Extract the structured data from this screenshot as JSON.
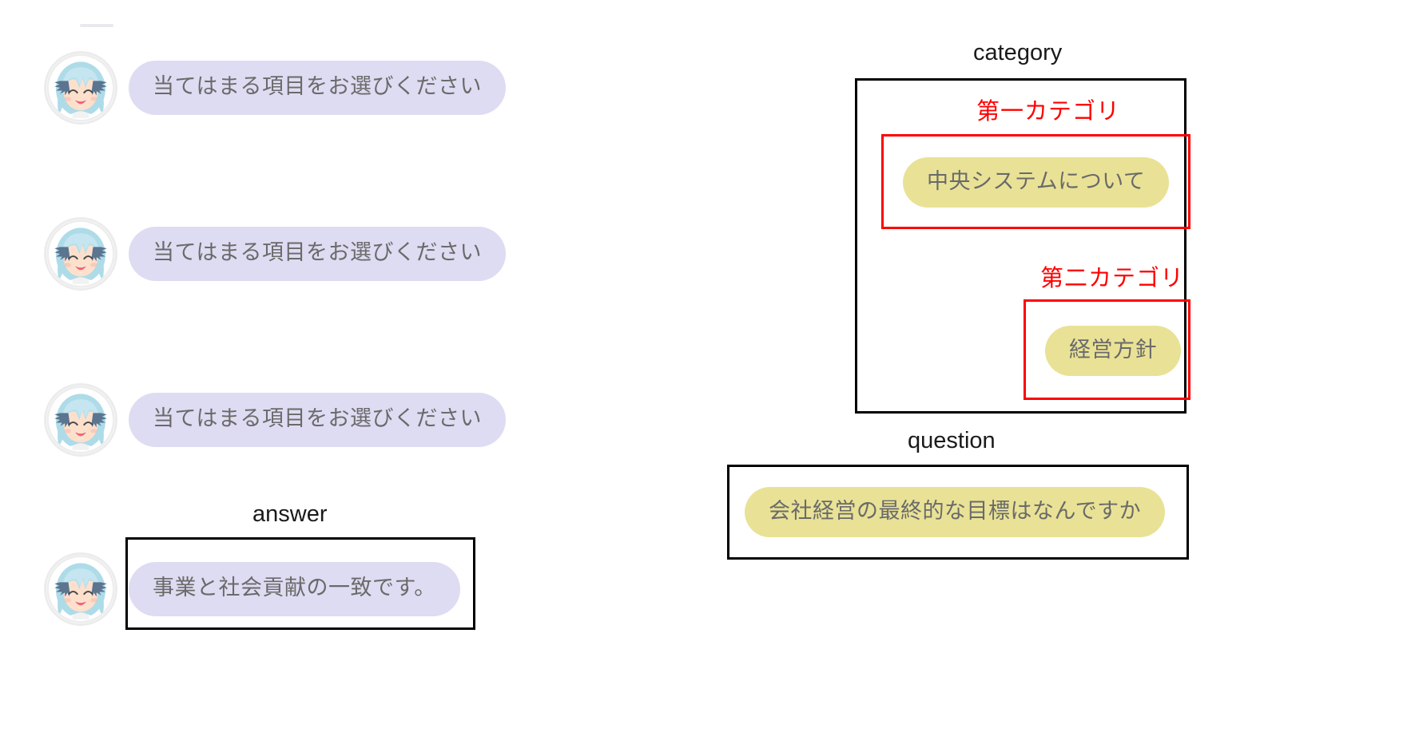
{
  "chat": {
    "messages": [
      {
        "id": "msg-1",
        "speaker": "bot",
        "text": "当てはまる項目をお選びください",
        "avatar_icon": "anime-girl-avatar-icon"
      },
      {
        "id": "msg-2",
        "speaker": "bot",
        "text": "当てはまる項目をお選びください",
        "avatar_icon": "anime-girl-avatar-icon"
      },
      {
        "id": "msg-3",
        "speaker": "bot",
        "text": "当てはまる項目をお選びください",
        "avatar_icon": "anime-girl-avatar-icon"
      },
      {
        "id": "msg-4",
        "speaker": "bot",
        "text": "事業と社会貢献の一致です。",
        "avatar_icon": "anime-girl-avatar-icon"
      }
    ]
  },
  "annotations": {
    "answer_label": "answer",
    "category_label": "category",
    "question_label": "question",
    "first_category_label": "第一カテゴリ",
    "second_category_label": "第二カテゴリ"
  },
  "category_panel": {
    "first_category_chip": "中央システムについて",
    "second_category_chip": "経営方針"
  },
  "question_panel": {
    "question_chip": "会社経営の最終的な目標はなんですか"
  },
  "colors": {
    "bubble_lavender": "#dedcf2",
    "bubble_yellow": "#e9e296",
    "annotation_red": "#ff0000",
    "annotation_black": "#000000",
    "bubble_text": "#6a6a6a",
    "page_background": "#ffffff"
  }
}
